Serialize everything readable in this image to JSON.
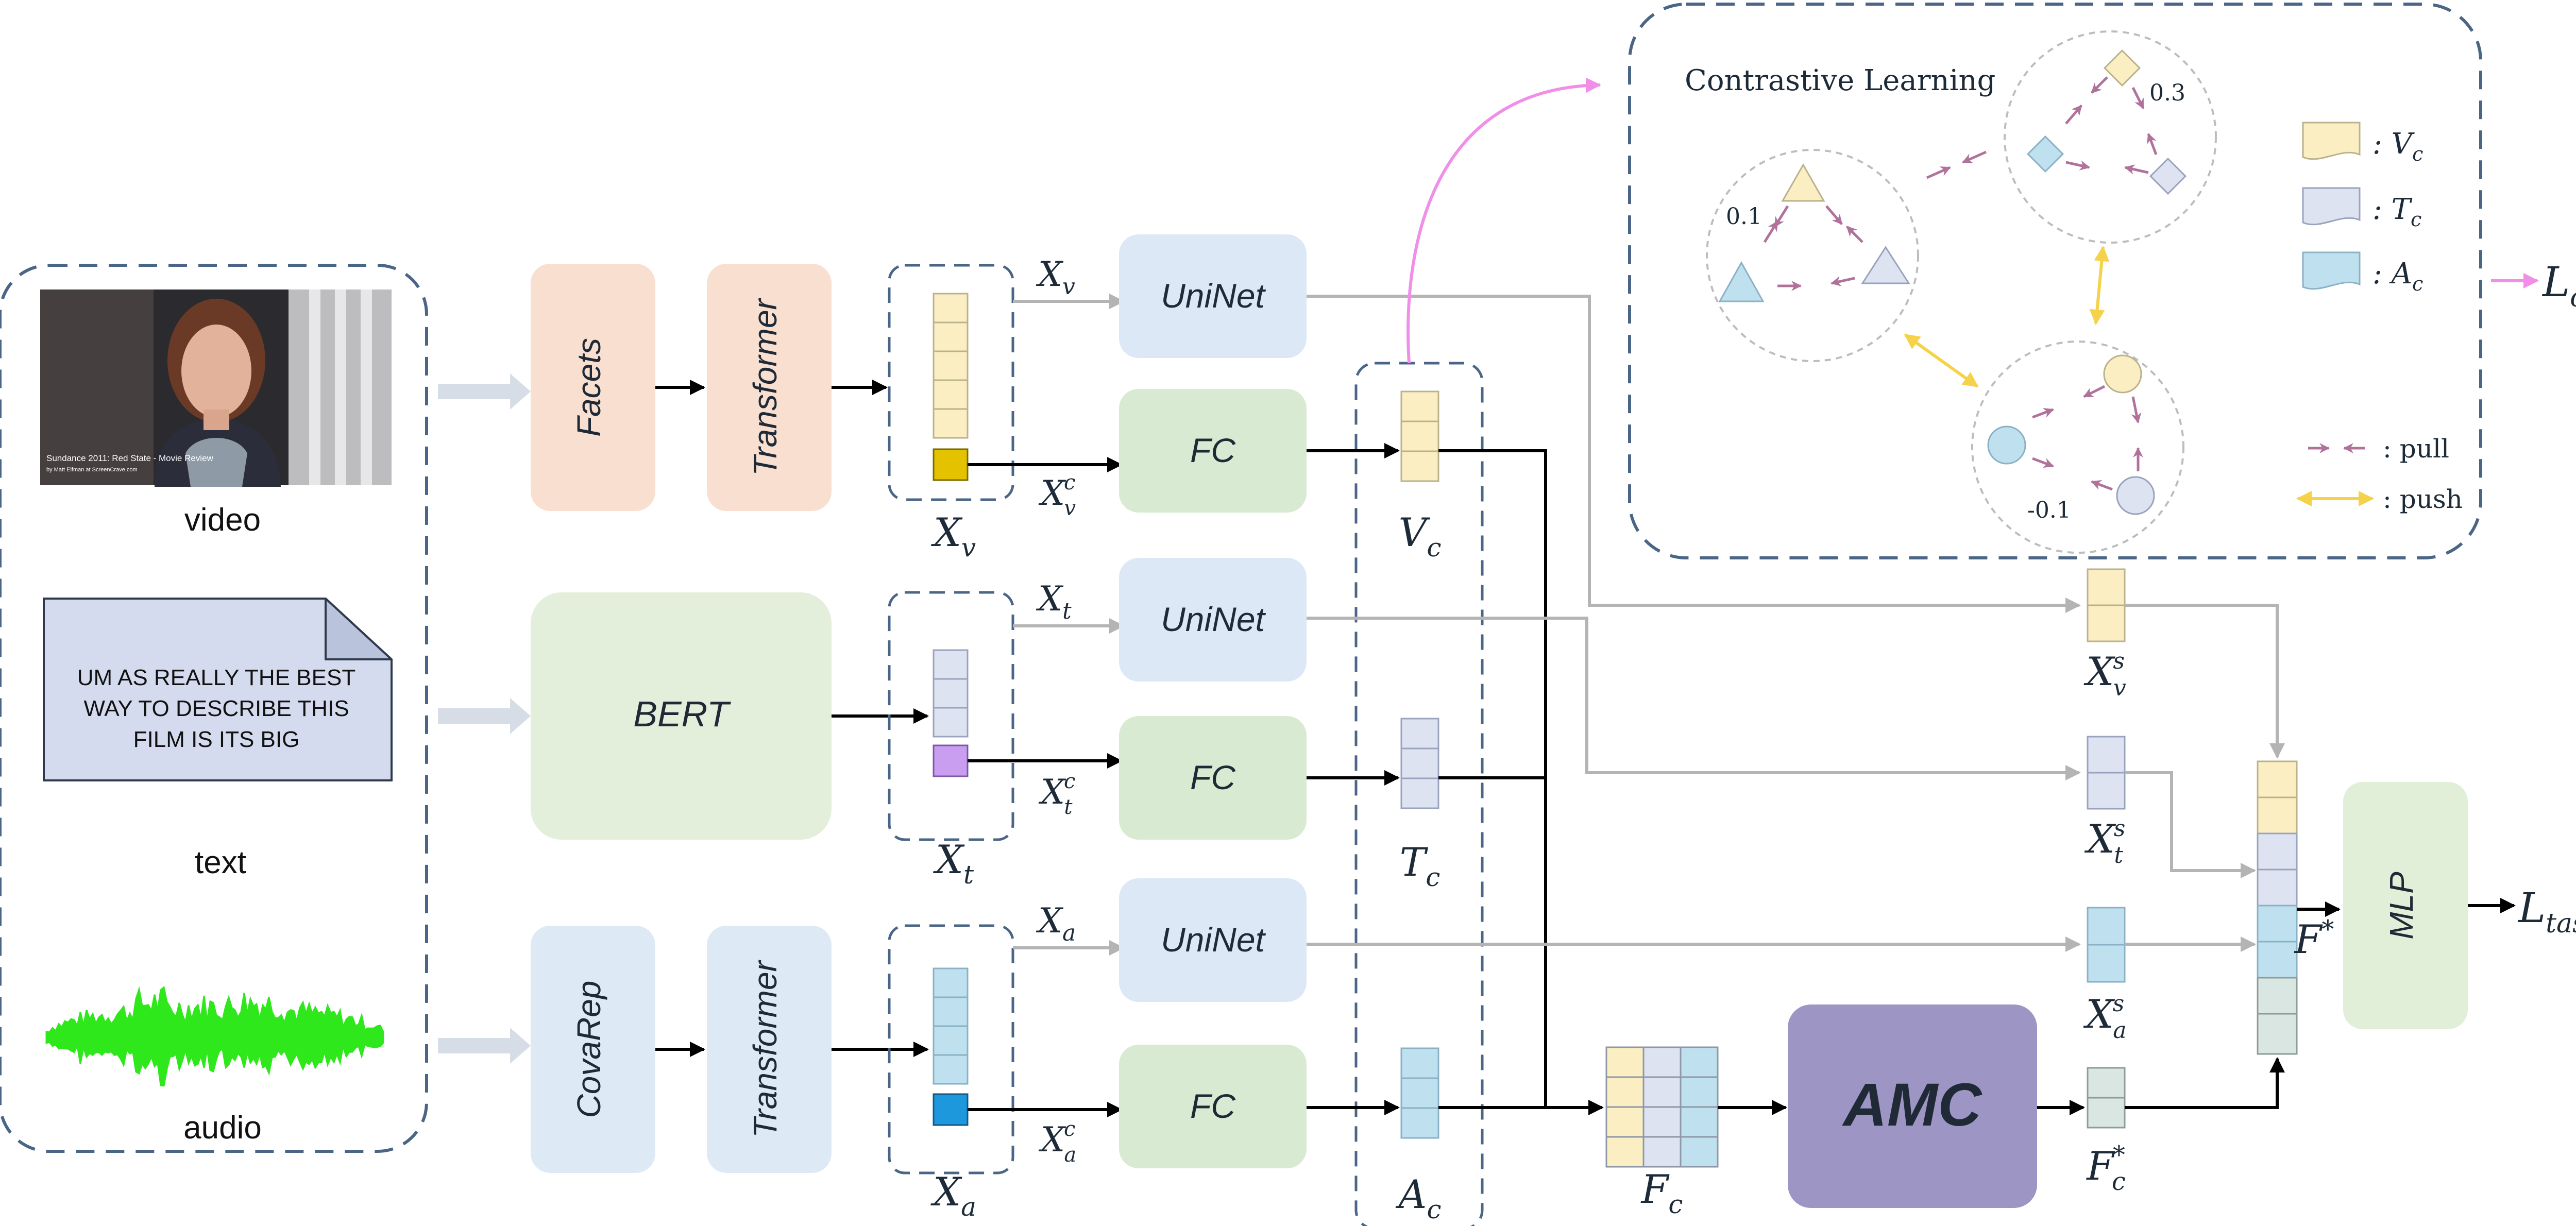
{
  "inputs": {
    "video_label": "video",
    "text_label": "text",
    "audio_label": "audio",
    "video_caption_line1": "Sundance 2011: Red State - Movie Review",
    "video_caption_line2": "by Matt Elfman at ScreenCrave.com",
    "text_content": [
      "UM AS REALLY THE BEST",
      "WAY TO DESCRIBE THIS",
      "FILM IS ITS BIG"
    ]
  },
  "blocks": {
    "facets": "Facets",
    "transformer_v": "Transformer",
    "bert": "BERT",
    "covarep": "CovaRep",
    "transformer_a": "Transformer",
    "uninet_v": "UniNet",
    "uninet_t": "UniNet",
    "uninet_a": "UniNet",
    "fc_v": "FC",
    "fc_t": "FC",
    "fc_a": "FC",
    "amc": "AMC",
    "mlp": "MLP"
  },
  "contrastive": {
    "title": "Contrastive Learning",
    "score_left": "0.1",
    "score_top": "0.3",
    "score_bottom": "-0.1",
    "legend_pull": ": pull",
    "legend_push": ": push"
  },
  "colors": {
    "video": "#fbeec3",
    "text": "#dde3f1",
    "audio": "#bfe1ef",
    "fused": "#d9e6e1",
    "facets_block": "#f9dfcf",
    "bert_block": "#e3efda",
    "covarep_block": "#ddeaf5",
    "uninet_block": "#dde8f6",
    "fc_block": "#d8ead1",
    "amc_block": "#9d95c3",
    "mlp_block": "#e1efd9",
    "pull_arrow": "#b0729a",
    "push_arrow": "#f5d24a",
    "cl_arrow": "#f08ee8",
    "video_token": "#e4c200",
    "text_token": "#c99ef0",
    "audio_token": "#1e98dc",
    "waveform": "#2ee81c"
  }
}
